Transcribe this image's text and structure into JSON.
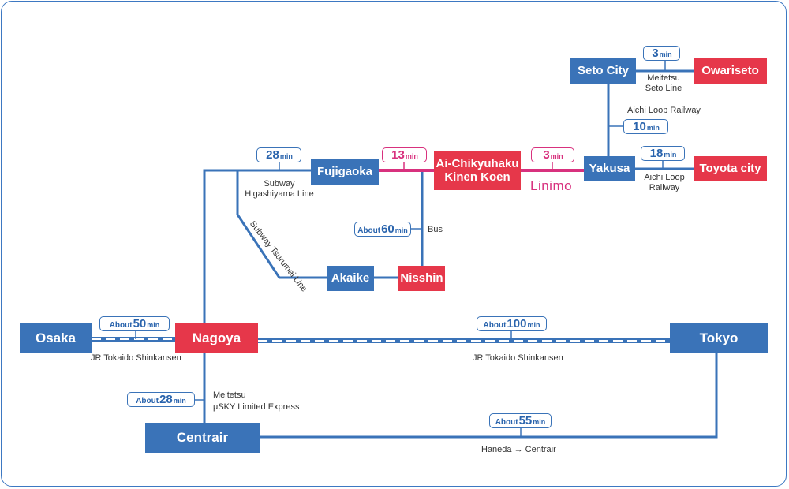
{
  "colors": {
    "blue": "#3a73b8",
    "red": "#e6374a",
    "pink": "#d8317e",
    "frame": "#3d78c2"
  },
  "stations": {
    "seto_city": "Seto City",
    "owariseto": "Owariseto",
    "fujigaoka": "Fujigaoka",
    "ai_chikyuhaku": "Ai-Chikyuhaku\nKinen Koen",
    "yakusa": "Yakusa",
    "toyota_city": "Toyota city",
    "akaike": "Akaike",
    "nisshin": "Nisshin",
    "osaka": "Osaka",
    "nagoya": "Nagoya",
    "tokyo": "Tokyo",
    "centrair": "Centrair"
  },
  "times": {
    "seto_owariseto": {
      "prefix": "",
      "value": "3",
      "unit": "min"
    },
    "loop_seto_yakusa": {
      "prefix": "",
      "value": "10",
      "unit": "min"
    },
    "loop_yakusa_toyota": {
      "prefix": "",
      "value": "18",
      "unit": "min"
    },
    "linimo_fuji_ai": {
      "prefix": "",
      "value": "13",
      "unit": "min"
    },
    "linimo_ai_yakusa": {
      "prefix": "",
      "value": "3",
      "unit": "min"
    },
    "subway_nagoya_fuji": {
      "prefix": "",
      "value": "28",
      "unit": "min"
    },
    "bus_fuji_nisshin": {
      "prefix": "About",
      "value": "60",
      "unit": "min"
    },
    "shinkansen_osaka": {
      "prefix": "About",
      "value": "50",
      "unit": "min"
    },
    "shinkansen_tokyo": {
      "prefix": "About",
      "value": "100",
      "unit": "min"
    },
    "meitetsu_centrair": {
      "prefix": "About",
      "value": "28",
      "unit": "min"
    },
    "haneda_centrair": {
      "prefix": "About",
      "value": "55",
      "unit": "min"
    }
  },
  "lines": {
    "meitetsu_seto": "Meitetsu\nSeto Line",
    "aichi_loop_top": "Aichi Loop Railway",
    "aichi_loop_bottom": "Aichi Loop\nRailway",
    "subway_higashiyama": "Subway\nHigashiyama Line",
    "bus": "Bus",
    "subway_tsurumai": "Subway Tsurumai Line",
    "jr_west": "JR Tokaido Shinkansen",
    "jr_east": "JR Tokaido Shinkansen",
    "meitetsu_musky": "Meitetsu\nμSKY Limited Express",
    "haneda_centrair": "Haneda → Centrair",
    "linimo": "Linimo"
  }
}
